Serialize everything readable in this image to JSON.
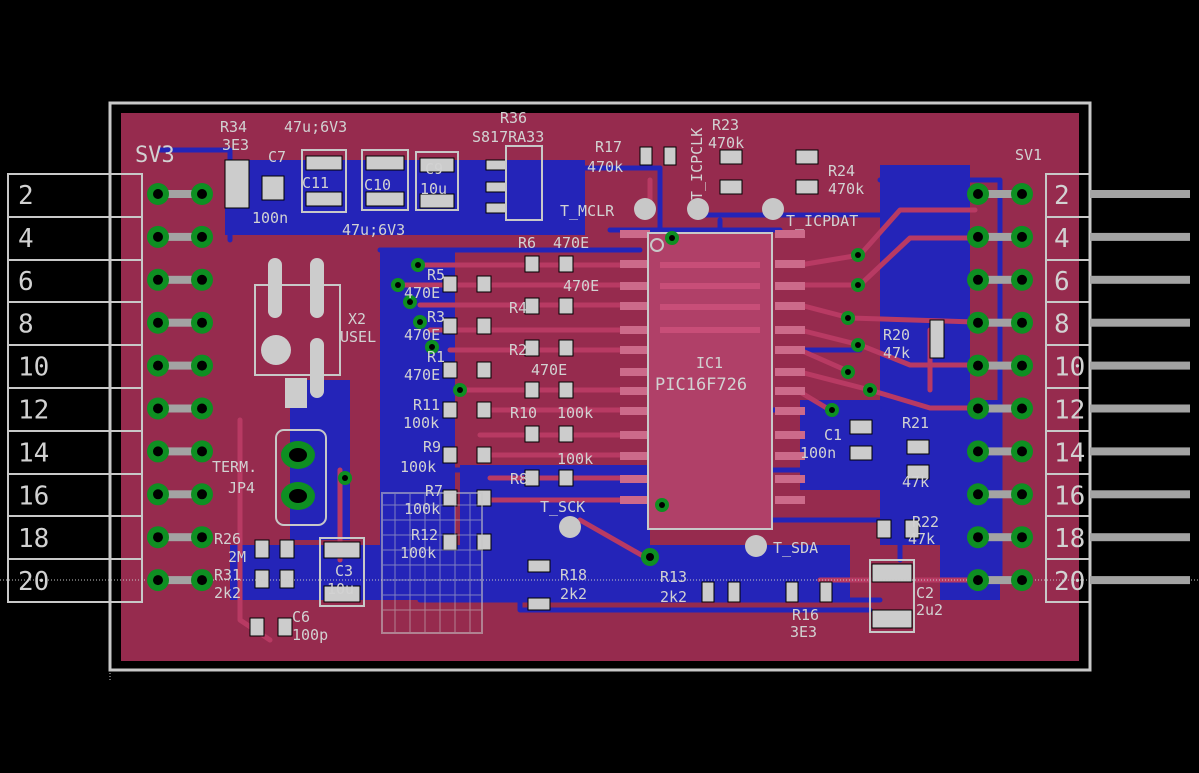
{
  "colors": {
    "background": "#000000",
    "board_outline": "#c8c8c8",
    "top_copper": "#962b4e",
    "top_trace": "#b83a63",
    "bottom_copper": "#2424b8",
    "pad_ring": "#0e8f22",
    "pad_hole": "#000000",
    "pin_header": "#a3a3a3",
    "silkscreen": "#c8c8c8",
    "label_text": "#d2d2d2"
  },
  "left_connector": {
    "name": "SV3",
    "pin_labels": [
      "2",
      "4",
      "6",
      "8",
      "10",
      "12",
      "14",
      "16",
      "18",
      "20"
    ]
  },
  "right_connector": {
    "name": "SV1",
    "pin_labels": [
      "2",
      "4",
      "6",
      "8",
      "10",
      "12",
      "14",
      "16",
      "18",
      "20"
    ]
  },
  "parts": {
    "r34": {
      "name": "R34",
      "value": "3E3"
    },
    "c7": {
      "name": "C7",
      "value": "100n"
    },
    "c11": {
      "name": "C11",
      "value": "47u;6V3",
      "value_alt": "47u;6V3"
    },
    "c10": {
      "name": "C10"
    },
    "c9": {
      "name": "C9",
      "value": "10u"
    },
    "r36": {
      "name": "R36",
      "value": "S817RA33"
    },
    "r17": {
      "name": "R17",
      "value": "470k"
    },
    "t_icpclk": {
      "name": "T_ICPCLK"
    },
    "r23": {
      "name": "R23",
      "value": "470k"
    },
    "r24": {
      "name": "R24",
      "value": "470k"
    },
    "t_mclr": {
      "name": "T_MCLR"
    },
    "t_icpdat": {
      "name": "T_ICPDAT"
    },
    "r6": {
      "name": "R6",
      "value": "470E"
    },
    "r5": {
      "name": "R5",
      "value": "470E"
    },
    "r4": {
      "name": "R4",
      "value": "470E"
    },
    "r3": {
      "name": "R3",
      "value": "470E"
    },
    "r2": {
      "name": "R2",
      "value": "470E"
    },
    "r1": {
      "name": "R1",
      "value": "470E"
    },
    "x2": {
      "name": "X2",
      "value": "USEL"
    },
    "ic1": {
      "name": "IC1",
      "value": "PIC16F726"
    },
    "r20": {
      "name": "R20",
      "value": "47k"
    },
    "r11": {
      "name": "R11",
      "value": "100k"
    },
    "r10": {
      "name": "R10",
      "value": "100k"
    },
    "r9": {
      "name": "R9",
      "value": "100k"
    },
    "r8": {
      "name": "R8",
      "value": "100k"
    },
    "c1": {
      "name": "C1",
      "value": "100n"
    },
    "r21": {
      "name": "R21",
      "value": "47k"
    },
    "jp4": {
      "name": "JP4",
      "value": "TERM."
    },
    "r7": {
      "name": "R7",
      "value": "100k"
    },
    "r12": {
      "name": "R12",
      "value": "100k"
    },
    "t_sck": {
      "name": "T_SCK"
    },
    "r22": {
      "name": "R22",
      "value": "47k"
    },
    "r26": {
      "name": "R26",
      "value": "2M"
    },
    "c3": {
      "name": "C3",
      "value": "10u"
    },
    "t_sda": {
      "name": "T_SDA"
    },
    "r31": {
      "name": "R31",
      "value": "2k2"
    },
    "r18": {
      "name": "R18",
      "value": "2k2"
    },
    "r13": {
      "name": "R13",
      "value": "2k2"
    },
    "r16": {
      "name": "R16",
      "value": "3E3"
    },
    "c2": {
      "name": "C2",
      "value": "2u2"
    },
    "c6": {
      "name": "C6",
      "value": "100p"
    }
  }
}
